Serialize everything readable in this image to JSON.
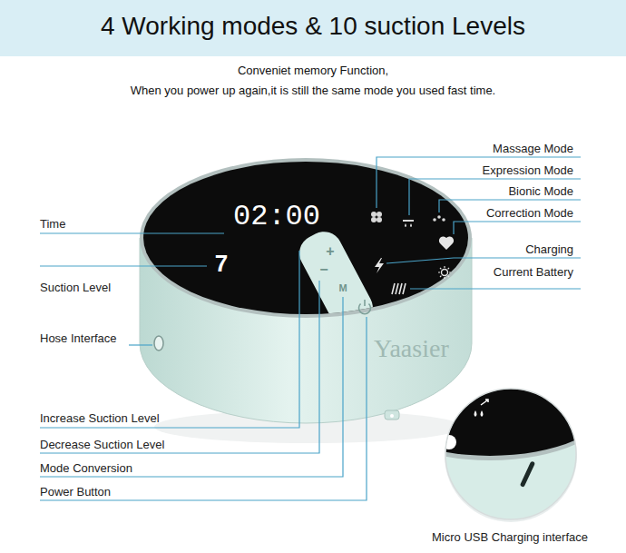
{
  "diagram": {
    "title": "4 Working modes & 10 suction Levels",
    "labels": [
      "Conveniet memory Function,",
      "When you power up again,it is still the same mode you used fast time.",
      "Massage Mode",
      "Expression Mode",
      "Bionic Mode",
      "Correction Mode",
      "Charging",
      "Current Battery",
      "Time",
      "Suction Level",
      "Hose Interface",
      "Increase Suction Level",
      "Decrease Suction Level",
      "Mode Conversion",
      "Power Button",
      "Micro USB Charging interface",
      "02:00",
      "7",
      "+",
      "−",
      "M",
      "Yaasier"
    ]
  }
}
